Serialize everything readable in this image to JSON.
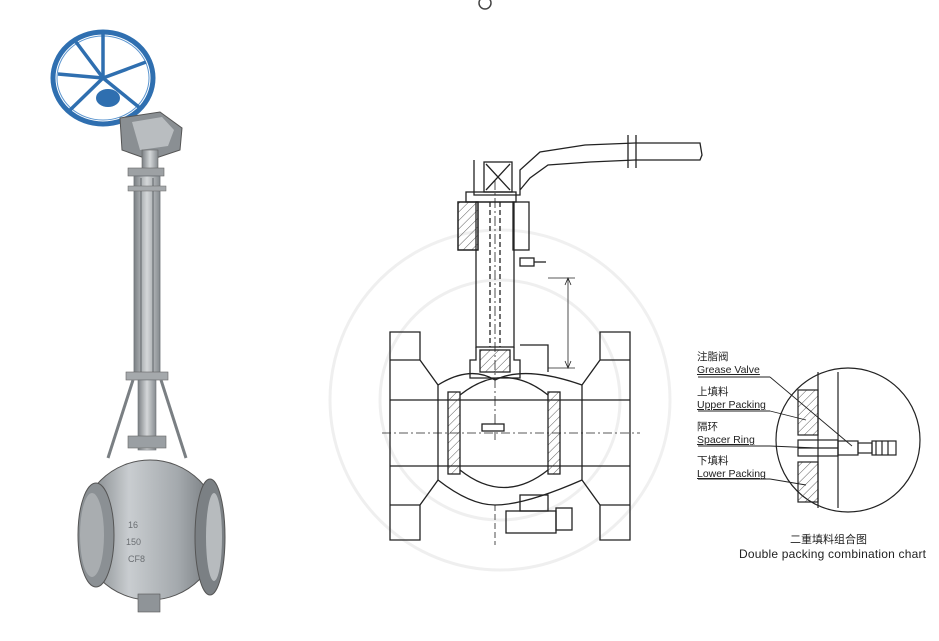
{
  "detail_labels": {
    "grease_valve_zh": "注脂阀",
    "grease_valve_en": "Grease Valve",
    "upper_packing_zh": "上填料",
    "upper_packing_en": "Upper Packing",
    "spacer_ring_zh": "隔环",
    "spacer_ring_en": "Spacer Ring",
    "lower_packing_zh": "下填料",
    "lower_packing_en": "Lower Packing"
  },
  "caption": {
    "zh": "二重填料组合图",
    "en": "Double packing combination chart"
  },
  "colors": {
    "handwheel": "#2f6fb0",
    "valve_body": "#9ea3a7",
    "line": "#222222"
  },
  "icons": {
    "handwheel": "handwheel-icon",
    "valve_photo": "cryogenic-ball-valve",
    "section": "valve-cross-section"
  }
}
